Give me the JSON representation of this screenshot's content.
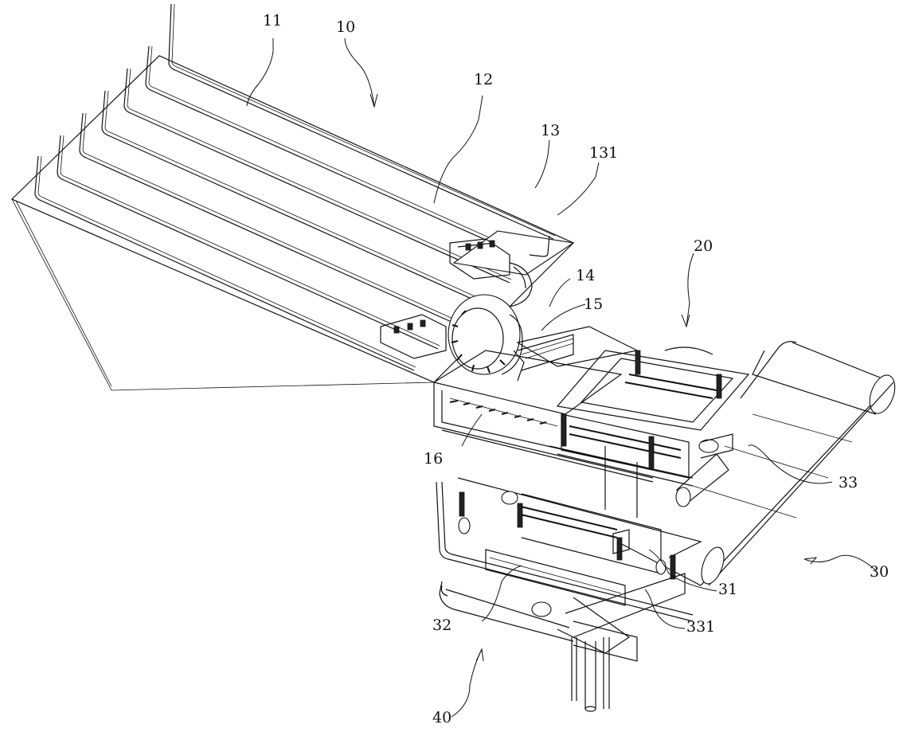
{
  "figure": {
    "type": "patent-line-drawing",
    "colors": {
      "ink": "#111111",
      "background": "#ffffff"
    },
    "labels": {
      "l10": "10",
      "l11": "11",
      "l12": "12",
      "l13": "13",
      "l131": "131",
      "l14": "14",
      "l15": "15",
      "l16": "16",
      "l20": "20",
      "l30": "30",
      "l31": "31",
      "l32": "32",
      "l33": "33",
      "l331": "331",
      "l40": "40"
    }
  }
}
